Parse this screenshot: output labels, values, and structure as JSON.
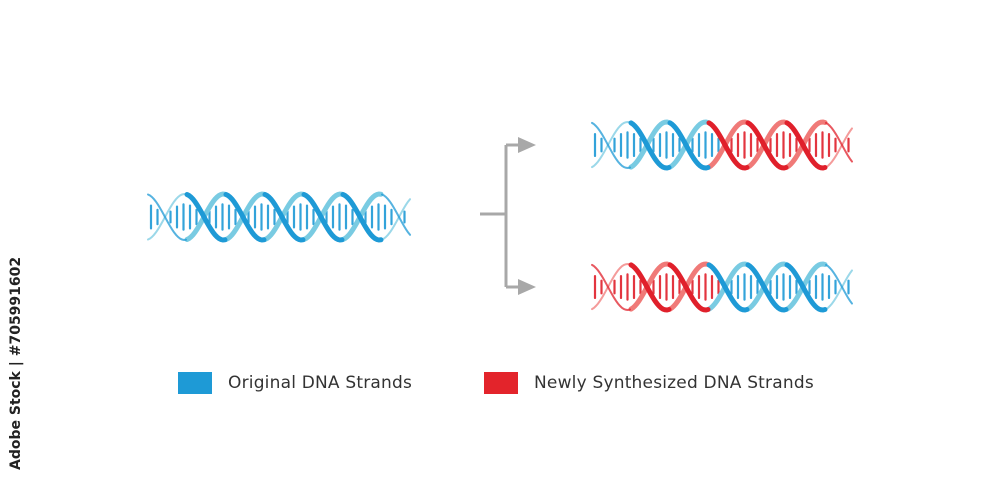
{
  "colors": {
    "original_dark": "#1e9ad6",
    "original_light": "#79cbe2",
    "new_dark": "#e0202b",
    "new_light": "#f07a78",
    "arrow": "#a8a8a8",
    "legend_original": "#1e9ad6",
    "legend_new": "#e3242b"
  },
  "helices": {
    "parent": {
      "strands": [
        "original",
        "original"
      ]
    },
    "daughter_top": {
      "strands": [
        "original",
        "new"
      ]
    },
    "daughter_bottom": {
      "strands": [
        "new",
        "original"
      ]
    }
  },
  "legend": {
    "original_label": "Original DNA Strands",
    "new_label": "Newly Synthesized DNA Strands"
  },
  "watermark": {
    "stock_id": "Adobe Stock | #705991602"
  }
}
